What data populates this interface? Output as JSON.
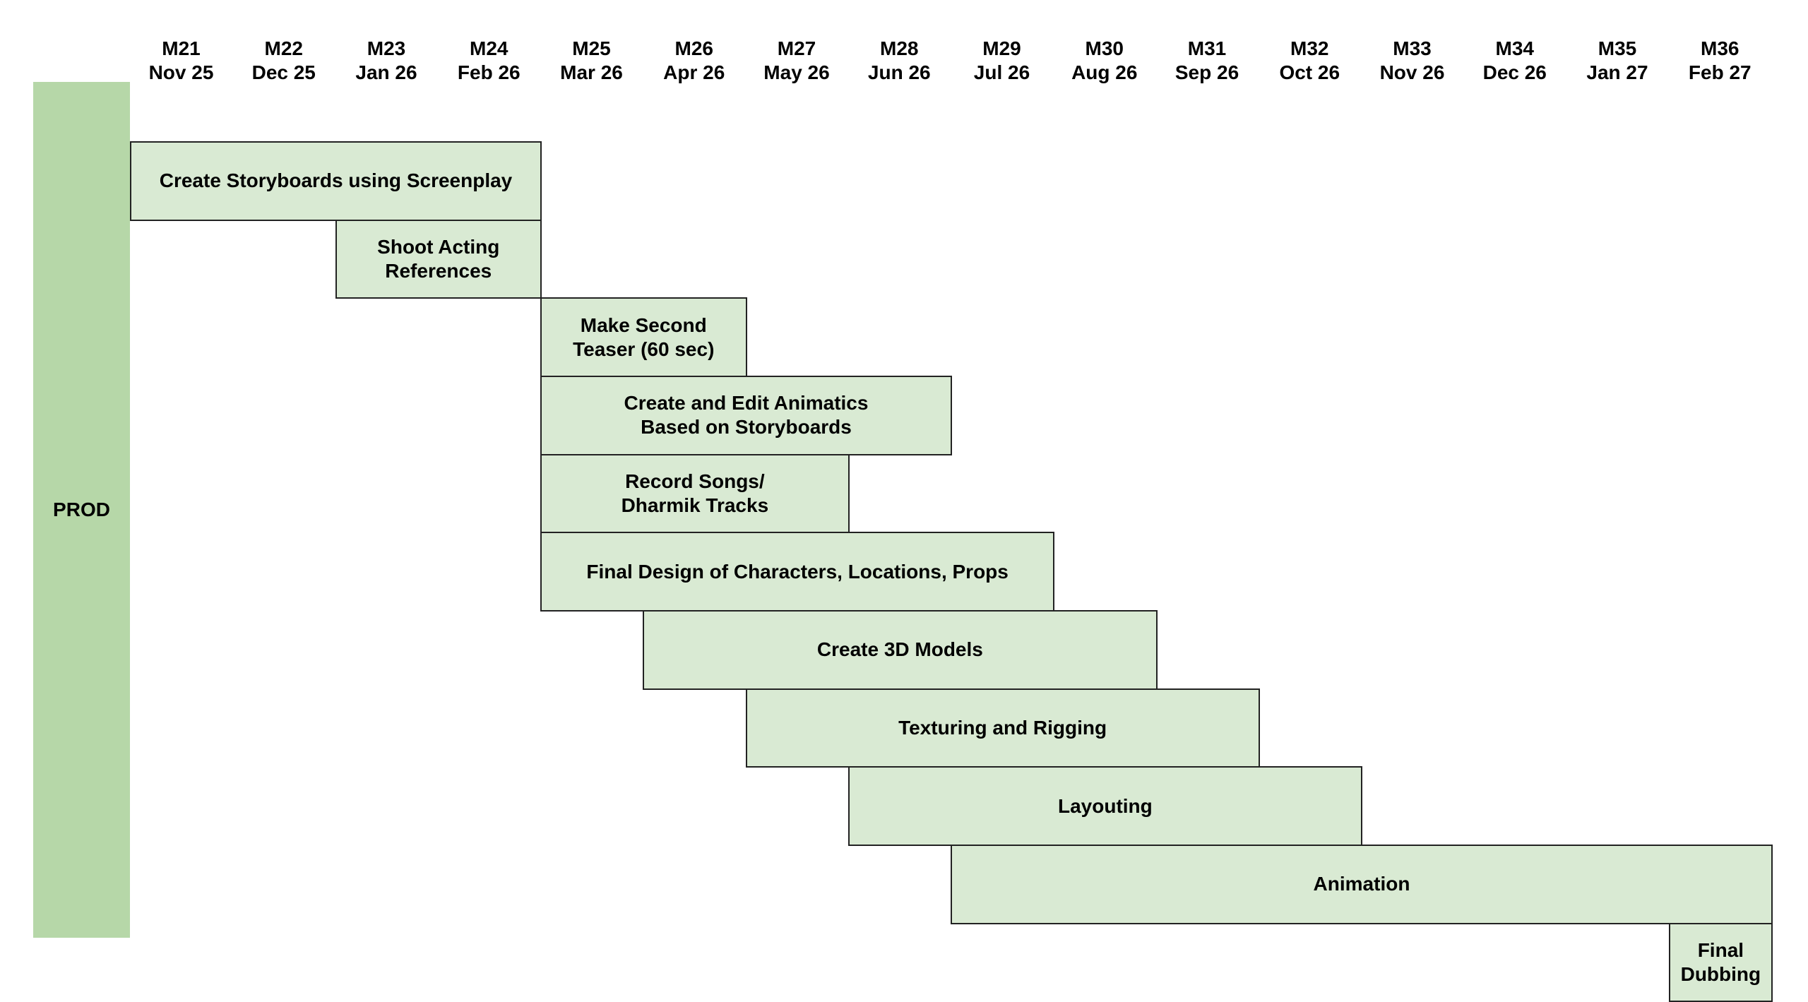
{
  "chart_data": {
    "type": "bar",
    "subtype": "gantt",
    "title": "",
    "phase": "PROD",
    "colors": {
      "phase": "#b6d7a8",
      "task": "#d9ead3",
      "border": "#222222"
    },
    "columns": [
      {
        "m": "M21",
        "date": "Nov 25"
      },
      {
        "m": "M22",
        "date": "Dec 25"
      },
      {
        "m": "M23",
        "date": "Jan 26"
      },
      {
        "m": "M24",
        "date": "Feb 26"
      },
      {
        "m": "M25",
        "date": "Mar 26"
      },
      {
        "m": "M26",
        "date": "Apr 26"
      },
      {
        "m": "M27",
        "date": "May 26"
      },
      {
        "m": "M28",
        "date": "Jun 26"
      },
      {
        "m": "M29",
        "date": "Jul 26"
      },
      {
        "m": "M30",
        "date": "Aug 26"
      },
      {
        "m": "M31",
        "date": "Sep 26"
      },
      {
        "m": "M32",
        "date": "Oct 26"
      },
      {
        "m": "M33",
        "date": "Nov 26"
      },
      {
        "m": "M34",
        "date": "Dec 26"
      },
      {
        "m": "M35",
        "date": "Jan 27"
      },
      {
        "m": "M36",
        "date": "Feb 27"
      }
    ],
    "tasks": [
      {
        "label": "Create Storyboards using Screenplay",
        "start": "M21",
        "end": "M24"
      },
      {
        "label": "Shoot Acting\nReferences",
        "start": "M23",
        "end": "M24"
      },
      {
        "label": "Make Second\nTeaser (60 sec)",
        "start": "M25",
        "end": "M26"
      },
      {
        "label": "Create and Edit Animatics\nBased on Storyboards",
        "start": "M25",
        "end": "M28"
      },
      {
        "label": "Record Songs/\nDharmik Tracks",
        "start": "M25",
        "end": "M27"
      },
      {
        "label": "Final Design of Characters, Locations, Props",
        "start": "M25",
        "end": "M29"
      },
      {
        "label": "Create 3D Models",
        "start": "M26",
        "end": "M30"
      },
      {
        "label": "Texturing and Rigging",
        "start": "M27",
        "end": "M31"
      },
      {
        "label": "Layouting",
        "start": "M28",
        "end": "M32"
      },
      {
        "label": "Animation",
        "start": "M29",
        "end": "M36"
      },
      {
        "label": "Final\nDubbing",
        "start": "M36",
        "end": "M36"
      }
    ]
  }
}
